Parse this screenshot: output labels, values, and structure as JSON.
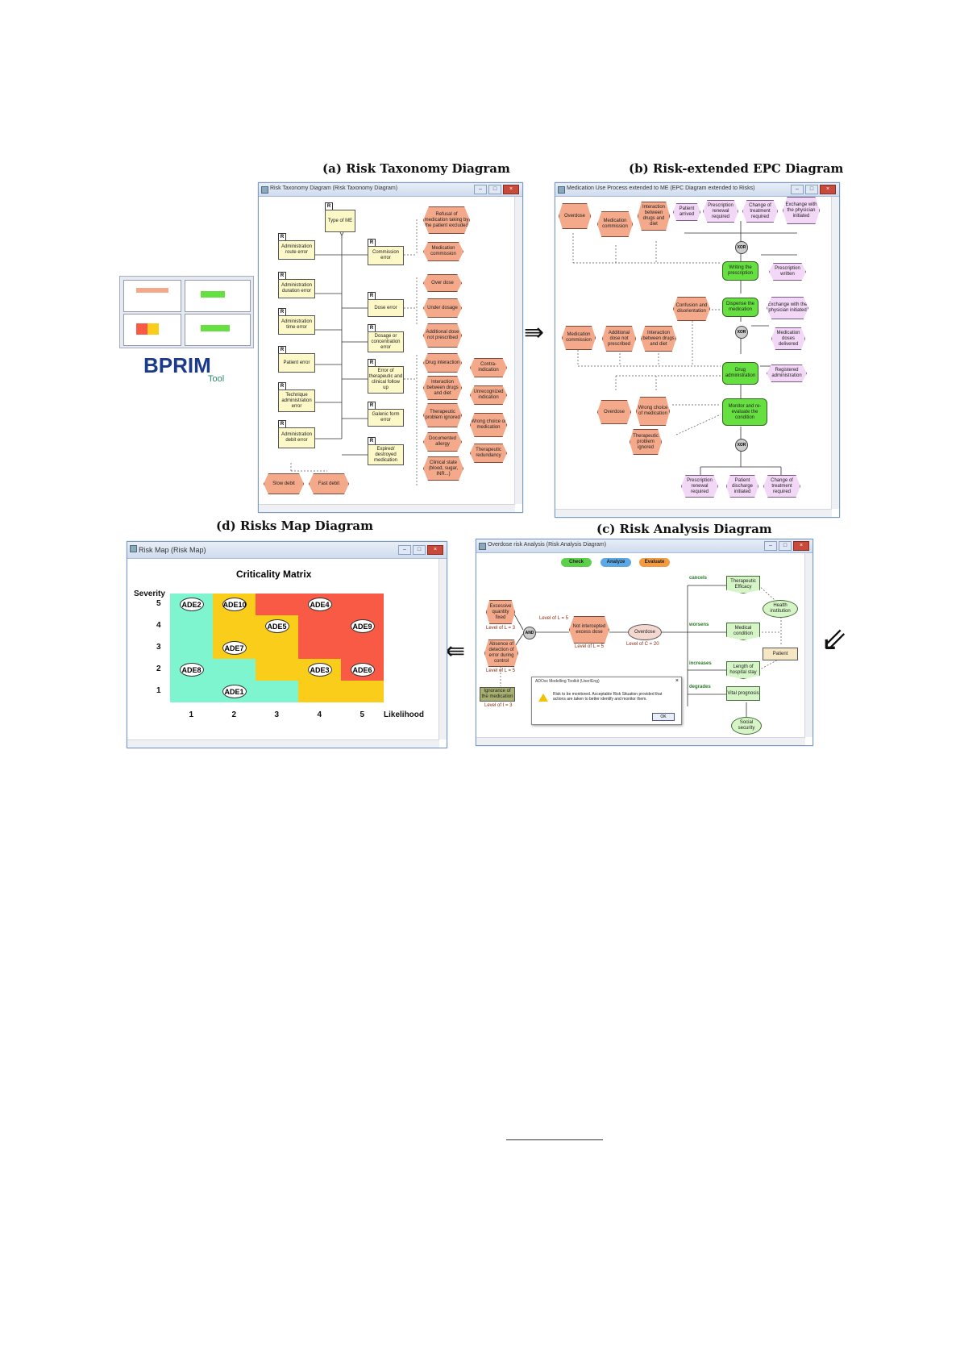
{
  "captions": {
    "a": "(a) Risk Taxonomy Diagram",
    "b": "(b) Risk-extended EPC Diagram",
    "c": "(c) Risk Analysis Diagram",
    "d": "(d) Risks Map Diagram"
  },
  "logo": {
    "text": "BPRIM",
    "sub": "Tool"
  },
  "arrows": {
    "right": "⇛",
    "down_left": "⇙",
    "left": "⇚"
  },
  "window_a": {
    "title": "Risk Taxonomy Diagram (Risk Taxonomy Diagram)",
    "tag": "R",
    "root": "Type of ME",
    "left_column": [
      "Administration route error",
      "Administration duration error",
      "Administration time error",
      "Patient error",
      "Technique administration error",
      "Administration debit error"
    ],
    "mid_column": [
      "Commission error",
      "Dose error",
      "Dosage or concentration error",
      "Error of therapeutic and clinical follow up",
      "Galenic form error",
      "Expired/ destroyed medication"
    ],
    "right_column": [
      "Refusal of medication taking by the patient excluded",
      "Medication commission",
      "Over dose",
      "Under dosage",
      "Additional dose not prescribed",
      "Drug interaction",
      "Interaction between drugs and diet",
      "Therapeutic problem ignored",
      "Documented allergy",
      "Clinical state (blood, sugar, INR...)"
    ],
    "far_right": [
      "Contra-indication",
      "Unrecognized indication",
      "Wrong choice of medication",
      "Therapeutic redundancy"
    ],
    "bottom": [
      "Slow debit",
      "Fast debit"
    ]
  },
  "window_b": {
    "title": "Medication Use Process extended to ME (EPC Diagram extended to Risks)",
    "top_risks": [
      "Overdose",
      "Medication commission",
      "Interaction between drugs and diet"
    ],
    "top_events": [
      "Patient arrived",
      "Prescription renewal required",
      "Change of treatment required",
      "Exchange with the physician initiated"
    ],
    "xor": "XOR",
    "writing": "Writing the prescription",
    "written": "Prescription written",
    "confusion": "Confusion and disorientation",
    "dispense": "Dispense the medication",
    "exchange2": "Exchange with the physician initiated",
    "delivered": "Medication doses delivered",
    "mid_risks": [
      "Medication commission",
      "Additional dose not prescribed",
      "Interaction between drugs and diet"
    ],
    "drug_admin": "Drug administration",
    "registered": "Registered administration",
    "low_risks": [
      "Overdose",
      "Wrong choice of medication"
    ],
    "monitor": "Monitor and re-evaluate the condition",
    "therapeutic": "Therapeutic problem ignored",
    "bottom_events": [
      "Prescription renewal required",
      "Patient discharge initiated",
      "Change of treatment required"
    ]
  },
  "window_c": {
    "title": "Overdose risk Analysis (Risk Analysis Diagram)",
    "buttons": [
      "Check",
      "Analyze",
      "Evaluate"
    ],
    "causes": [
      "Excessive quantity fixed",
      "Absence of detection of error during control",
      "Ignorance of the medication"
    ],
    "and": "AND",
    "levels": [
      "Level of L = 3",
      "Level of L = 5",
      "Level of L = 5",
      "Level of L = 5",
      "Level of C = 20",
      "Level of I = 3"
    ],
    "not_intercepted": "Not intercepted excess dose",
    "overdose": "Overdose",
    "relations": [
      "cancels",
      "worsens",
      "increases",
      "degrades"
    ],
    "effects": [
      "Therapeutic Efficacy",
      "Medical condition",
      "Length of hospital stay",
      "Vital prognosis"
    ],
    "health": "Health institution",
    "patient": "Patient",
    "social": "Social security",
    "dialog_title": "ADOxx Modelling Toolkit (User/Eng)",
    "dialog_text": "Risk to be monitored. Acceptable Risk Situation provided that actions are taken to better identify and monitor them.",
    "dialog_ok": "OK"
  },
  "window_d": {
    "title": "Risk Map (Risk Map)",
    "matrix_title": "Criticality Matrix",
    "ylabel": "Severity",
    "xlabel": "Likelihood",
    "x_ticks": [
      "1",
      "2",
      "3",
      "4",
      "5"
    ],
    "y_ticks": [
      "5",
      "4",
      "3",
      "2",
      "1"
    ],
    "colors": {
      "green": "#7ef5cf",
      "yellow": "#f9cd1a",
      "red": "#f95a45"
    },
    "grid": [
      [
        "green",
        "yellow",
        "red",
        "red",
        "red"
      ],
      [
        "green",
        "yellow",
        "yellow",
        "red",
        "red"
      ],
      [
        "green",
        "yellow",
        "yellow",
        "red",
        "red"
      ],
      [
        "green",
        "green",
        "yellow",
        "yellow",
        "red"
      ],
      [
        "green",
        "green",
        "green",
        "yellow",
        "yellow"
      ]
    ],
    "ades": [
      {
        "label": "ADE2",
        "likelihood": 1,
        "severity": 5
      },
      {
        "label": "ADE10",
        "likelihood": 2,
        "severity": 5
      },
      {
        "label": "ADE4",
        "likelihood": 4,
        "severity": 5
      },
      {
        "label": "ADE5",
        "likelihood": 3,
        "severity": 4
      },
      {
        "label": "ADE9",
        "likelihood": 5,
        "severity": 4
      },
      {
        "label": "ADE7",
        "likelihood": 2,
        "severity": 3
      },
      {
        "label": "ADE8",
        "likelihood": 1,
        "severity": 2
      },
      {
        "label": "ADE3",
        "likelihood": 4,
        "severity": 2
      },
      {
        "label": "ADE6",
        "likelihood": 5,
        "severity": 2
      },
      {
        "label": "ADE1",
        "likelihood": 2,
        "severity": 1
      }
    ]
  }
}
